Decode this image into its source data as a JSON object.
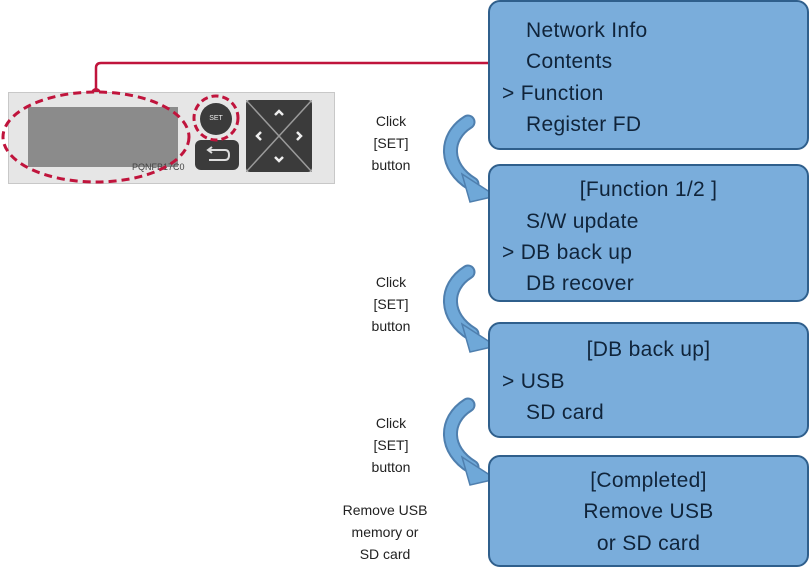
{
  "device": {
    "model_label": "PQNFB17C0",
    "set_button_label": "SET"
  },
  "screens": [
    {
      "lines": [
        "Network Info",
        "Contents",
        "> Function",
        "Register FD"
      ]
    },
    {
      "lines": [
        "[Function 1/2 ]",
        "S/W update",
        "> DB back up",
        "DB recover"
      ]
    },
    {
      "lines": [
        "[DB back up]",
        "> USB",
        "SD card"
      ]
    },
    {
      "lines": [
        "[Completed]",
        "Remove USB",
        "or SD card"
      ]
    }
  ],
  "steps": [
    {
      "lines": [
        "Click",
        "[SET]",
        "button"
      ]
    },
    {
      "lines": [
        "Click",
        "[SET]",
        "button"
      ]
    },
    {
      "lines": [
        "Click",
        "[SET]",
        "button"
      ]
    }
  ],
  "note": {
    "lines": [
      "Remove USB",
      "memory or",
      "SD card"
    ]
  },
  "colors": {
    "screen_bg": "#7aaddb",
    "screen_border": "#2f5f8c",
    "highlight": "#c0143c",
    "arrow": "#6fa8d8"
  }
}
